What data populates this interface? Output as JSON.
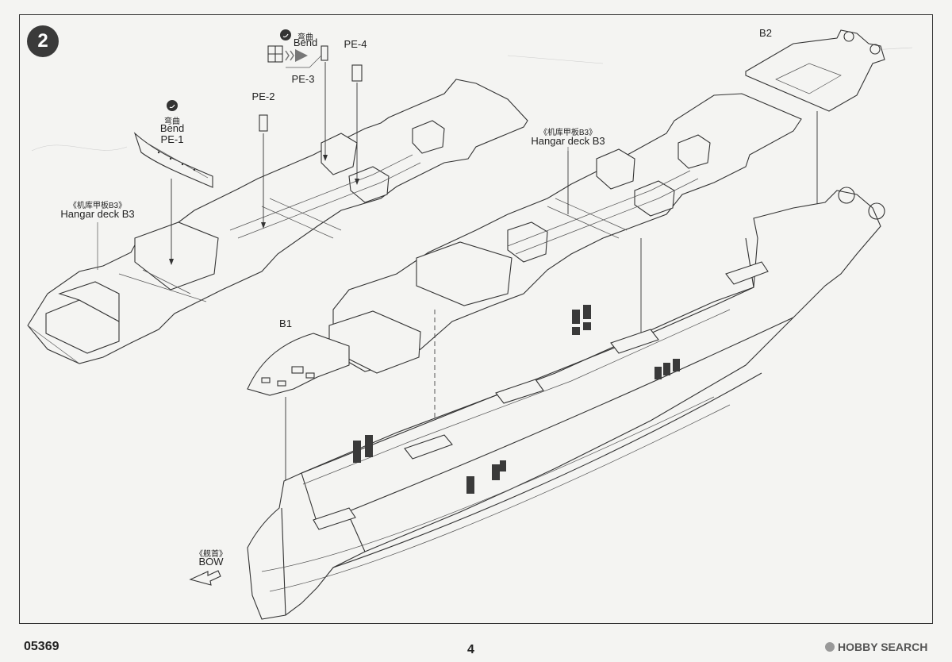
{
  "step": {
    "number": "2"
  },
  "labels": {
    "bend_cn_top": "弯曲",
    "bend_en_top": "Bend",
    "pe3": "PE-3",
    "pe4": "PE-4",
    "pe2": "PE-2",
    "bend_cn_left": "弯曲",
    "bend_en_left": "Bend",
    "pe1": "PE-1",
    "hangar_cn_left": "《机库甲板B3》",
    "hangar_en_left": "Hangar deck B3",
    "hangar_cn_right": "《机库甲板B3》",
    "hangar_en_right": "Hangar deck B3",
    "b1": "B1",
    "b2": "B2",
    "bow_cn": "《舰首》",
    "bow_en": "BOW"
  },
  "footer": {
    "product_code": "05369",
    "page_number": "4",
    "watermark": "HOBBY SEARCH"
  }
}
